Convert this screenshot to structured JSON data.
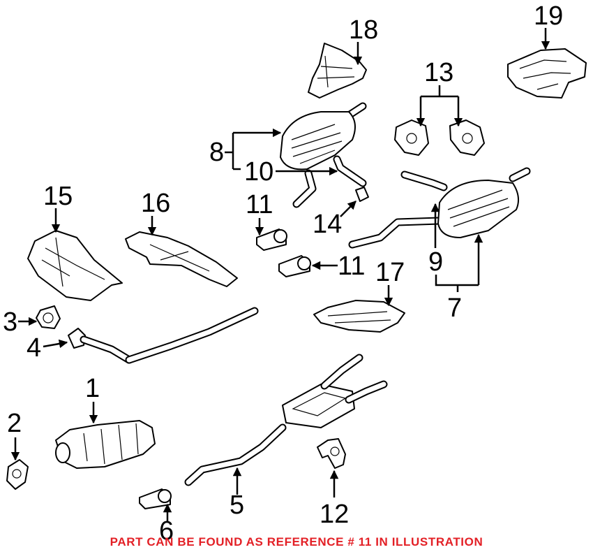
{
  "callouts": {
    "c1": "1",
    "c2": "2",
    "c3": "3",
    "c4": "4",
    "c5": "5",
    "c6": "6",
    "c7": "7",
    "c8": "8",
    "c9": "9",
    "c10": "10",
    "c11a": "11",
    "c11b": "11",
    "c12": "12",
    "c13": "13",
    "c14": "14",
    "c15": "15",
    "c16": "16",
    "c17": "17",
    "c18": "18",
    "c19": "19"
  },
  "note": "PART CAN BE FOUND AS REFERENCE # 11 IN ILLUSTRATION",
  "colors": {
    "note": "#e32026",
    "line": "#000000",
    "background": "#ffffff"
  }
}
